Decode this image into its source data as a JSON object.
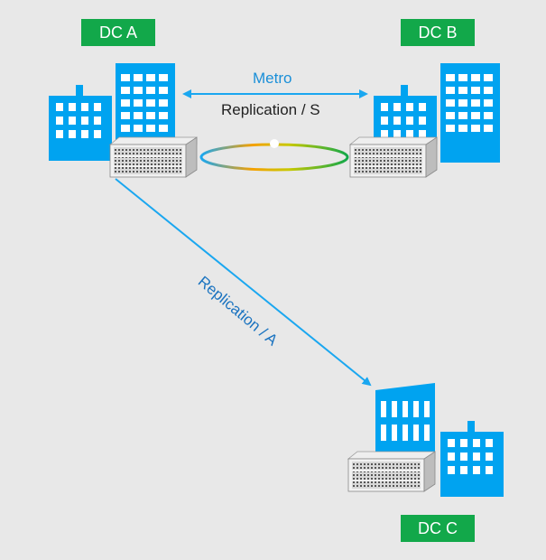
{
  "sites": {
    "a": {
      "label": "DC A"
    },
    "b": {
      "label": "DC B"
    },
    "c": {
      "label": "DC C"
    }
  },
  "links": {
    "metro_label": "Metro",
    "sync_label": "Replication / S",
    "async_label": "Replication / A"
  },
  "colors": {
    "building": "#00a3f0",
    "label_bg": "#12a84a",
    "arrow": "#1aa7f0",
    "ring_gradient": [
      "#12a84a",
      "#c8c800",
      "#f5a000",
      "#1aa7f0"
    ]
  },
  "icons": [
    "building-icon",
    "storage-array-icon",
    "replication-ring-icon"
  ]
}
